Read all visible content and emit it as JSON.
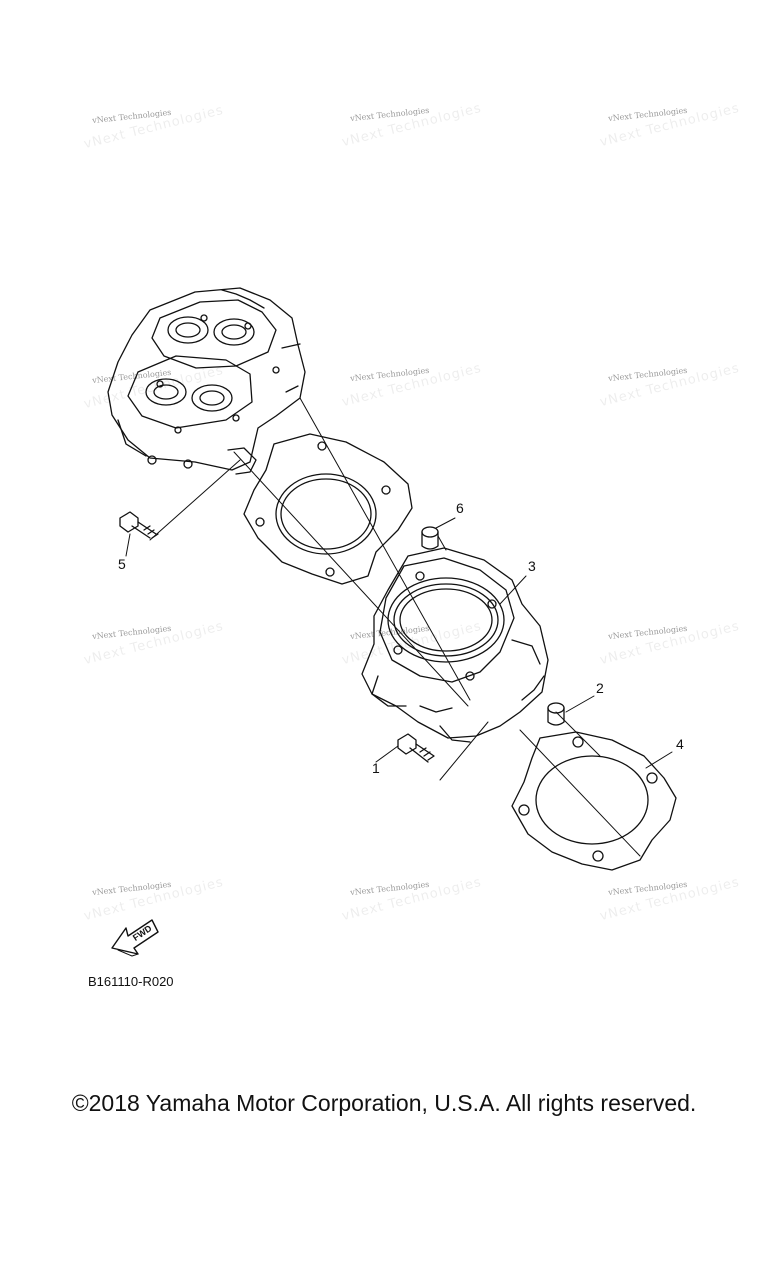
{
  "watermark": {
    "text": "vNext Technologies"
  },
  "callouts": [
    "1",
    "2",
    "3",
    "4",
    "5",
    "6"
  ],
  "fwd_label": "FWD",
  "diagram_code": "B161110-R020",
  "copyright": "©2018 Yamaha Motor Corporation, U.S.A. All rights reserved."
}
